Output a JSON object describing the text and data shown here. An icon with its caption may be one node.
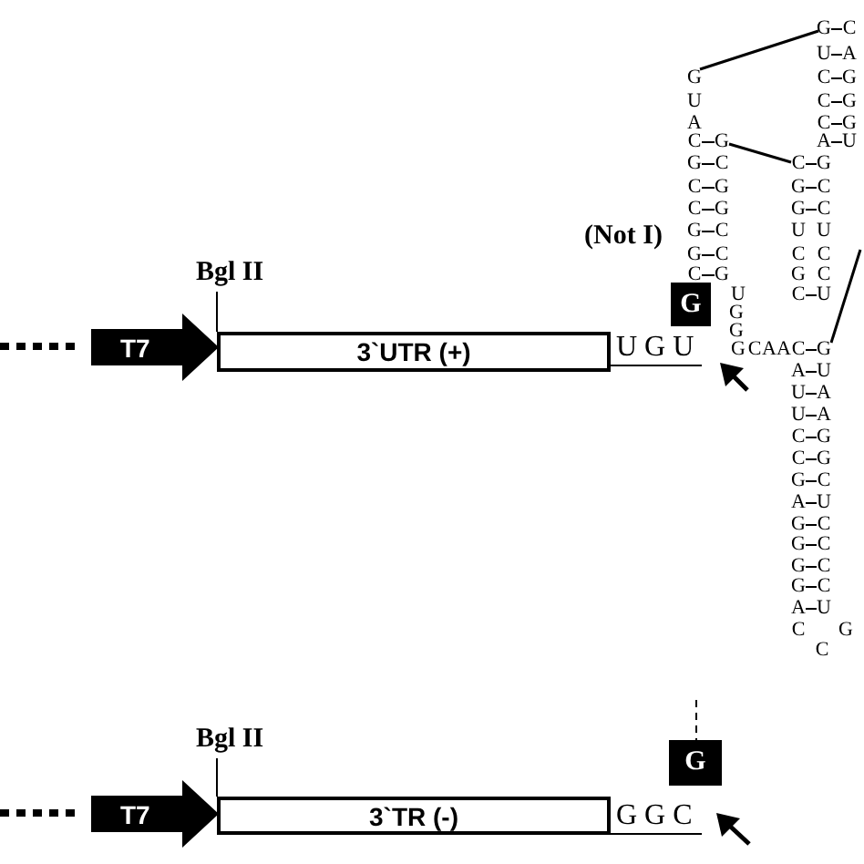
{
  "diagram": {
    "nodes": [
      {
        "text": [
          "T7"
        ]
      },
      {
        "text": [
          "3`UTR (+)"
        ]
      },
      {
        "text": [
          "G"
        ]
      },
      {
        "text": [
          "T7"
        ]
      },
      {
        "text": [
          "3`TR (-)"
        ]
      },
      {
        "text": [
          "G"
        ]
      }
    ],
    "labels": [
      "(Not I)",
      "Bgl II",
      "U G U",
      "G",
      "C",
      "U",
      "A",
      "G",
      "C",
      "G",
      "U",
      "C",
      "G",
      "A",
      "C",
      "G",
      "C",
      "G",
      "A",
      "U",
      "G",
      "C",
      "C",
      "G",
      "C",
      "G",
      "G",
      "C",
      "C",
      "G",
      "G",
      "C",
      "G",
      "C",
      "U",
      "U",
      "G",
      "C",
      "C",
      "C",
      "C",
      "G",
      "G",
      "C",
      "U",
      "C",
      "U",
      "G",
      "G",
      "G",
      "C",
      "A",
      "A",
      "C",
      "G",
      "A",
      "U",
      "U",
      "A",
      "U",
      "A",
      "C",
      "G",
      "C",
      "G",
      "G",
      "C",
      "A",
      "U",
      "G",
      "C",
      "G",
      "C",
      "G",
      "C",
      "G",
      "C",
      "A",
      "U",
      "C",
      "G",
      "C",
      "Bgl II",
      "G G C"
    ]
  }
}
